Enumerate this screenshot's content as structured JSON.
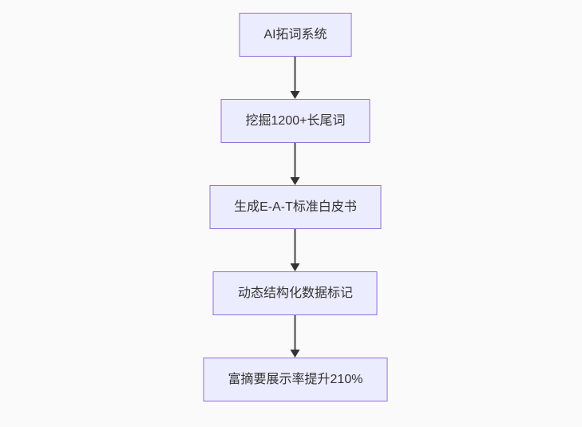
{
  "colors": {
    "canvas_bg": "#fafafa",
    "node_fill": "#ECECFF",
    "node_border": "#9370DB",
    "edge_color": "#4a4a4a",
    "arrowhead_color": "#333333",
    "text_color": "#333333"
  },
  "flowchart": {
    "type": "flowchart",
    "direction": "top-down",
    "nodes": [
      {
        "id": "n1",
        "label": "AI拓词系统"
      },
      {
        "id": "n2",
        "label": "挖掘1200+长尾词"
      },
      {
        "id": "n3",
        "label": "生成E-A-T标准白皮书"
      },
      {
        "id": "n4",
        "label": "动态结构化数据标记"
      },
      {
        "id": "n5",
        "label": "富摘要展示率提升210%"
      }
    ],
    "edges": [
      {
        "from": "n1",
        "to": "n2",
        "style": "arrow-down"
      },
      {
        "from": "n2",
        "to": "n3",
        "style": "arrow-down"
      },
      {
        "from": "n3",
        "to": "n4",
        "style": "arrow-down"
      },
      {
        "from": "n4",
        "to": "n5",
        "style": "arrow-down"
      }
    ]
  }
}
